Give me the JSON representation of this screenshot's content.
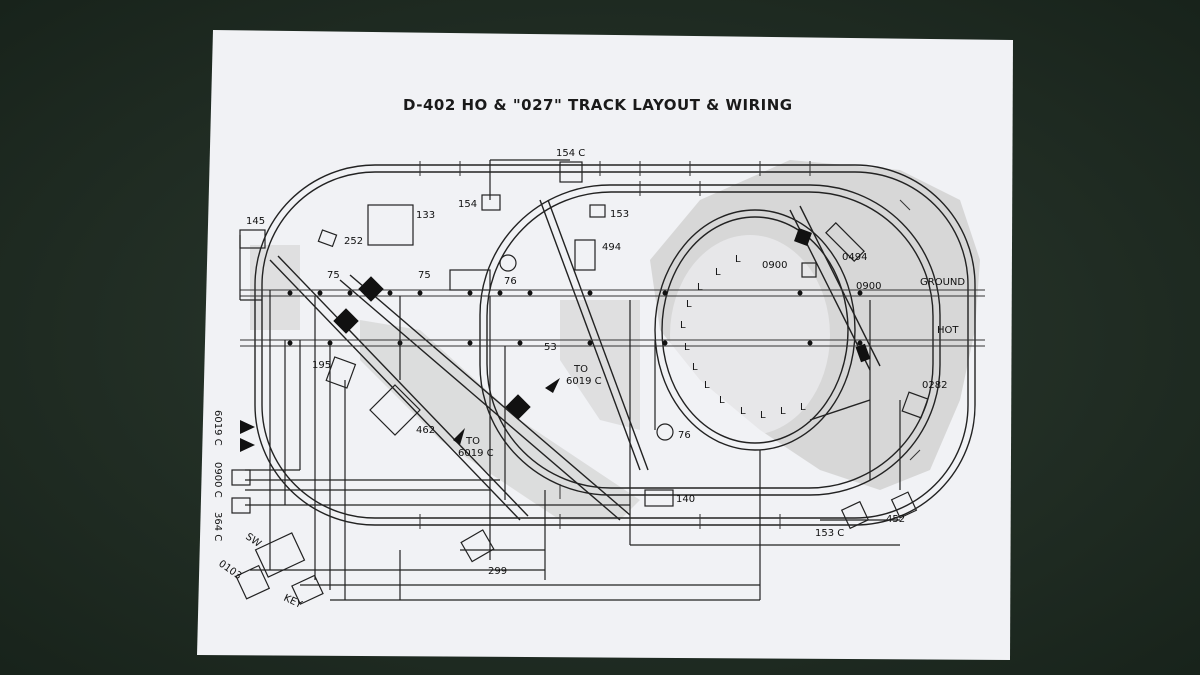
{
  "title": "D-402 HO & \"027\" TRACK LAYOUT & WIRING",
  "labels": {
    "l154c": "154 C",
    "l154": "154",
    "l153a": "153",
    "l133": "133",
    "l145": "145",
    "l252": "252",
    "l75a": "75",
    "l75b": "75",
    "l76a": "76",
    "l494": "494",
    "l0900a": "0900",
    "l0494": "0494",
    "l0900b": "0900",
    "ground": "GROUND",
    "hot": "HOT",
    "l195": "195",
    "l53": "53",
    "to1": "TO",
    "to1b": "6019 C",
    "to2": "TO",
    "to2b": "6019 C",
    "l462": "462",
    "l76b": "76",
    "l0282": "0282",
    "l140": "140",
    "l153c": "153 C",
    "l452": "452",
    "l299": "299",
    "v6019c": "6019 C",
    "v0900c": "0900 C",
    "v364c": "364 C",
    "sw": "SW",
    "l0103": "0103",
    "key": "KEY",
    "L": "L"
  }
}
